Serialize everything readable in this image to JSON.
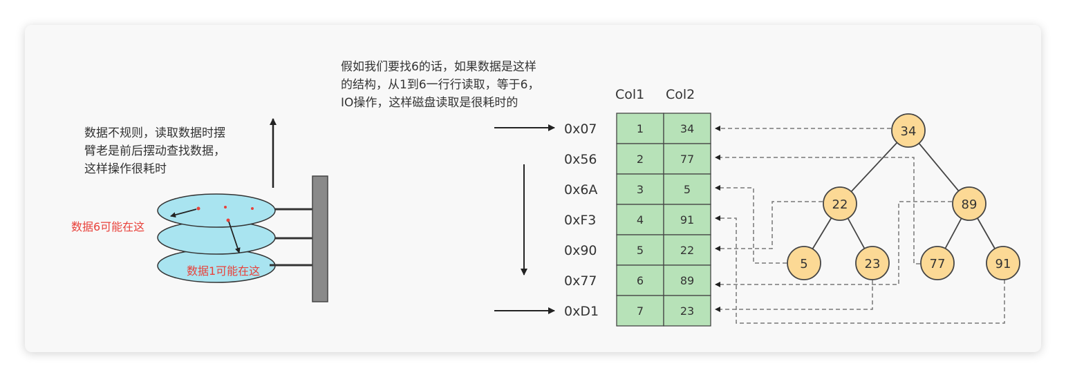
{
  "notes": {
    "disk_note": [
      "数据不规则，读取数据时摆",
      "臂老是前后摆动查找数据，",
      "这样操作很耗时"
    ],
    "table_note": [
      "假如我们要找6的话，如果数据是这样",
      "的结构，从1到6一行行读取，等于6，",
      "IO操作，这样磁盘读取是很耗时的"
    ],
    "data6_label": "数据6可能在这",
    "data1_label": "数据1可能在这"
  },
  "table": {
    "headers": [
      "Col1",
      "Col2"
    ],
    "rows": [
      {
        "addr": "0x07",
        "col1": "1",
        "col2": "34"
      },
      {
        "addr": "0x56",
        "col1": "2",
        "col2": "77"
      },
      {
        "addr": "0x6A",
        "col1": "3",
        "col2": "5"
      },
      {
        "addr": "0xF3",
        "col1": "4",
        "col2": "91"
      },
      {
        "addr": "0x90",
        "col1": "5",
        "col2": "22"
      },
      {
        "addr": "0x77",
        "col1": "6",
        "col2": "89"
      },
      {
        "addr": "0xD1",
        "col1": "7",
        "col2": "23"
      }
    ]
  },
  "tree": {
    "root": "34",
    "level1": [
      "22",
      "89"
    ],
    "level2": [
      "5",
      "23",
      "77",
      "91"
    ]
  },
  "colors": {
    "table_fill": "#b7e2b8",
    "node_fill": "#fcd995",
    "disk_fill": "#a9e4f0",
    "label_red": "#e8413a"
  }
}
